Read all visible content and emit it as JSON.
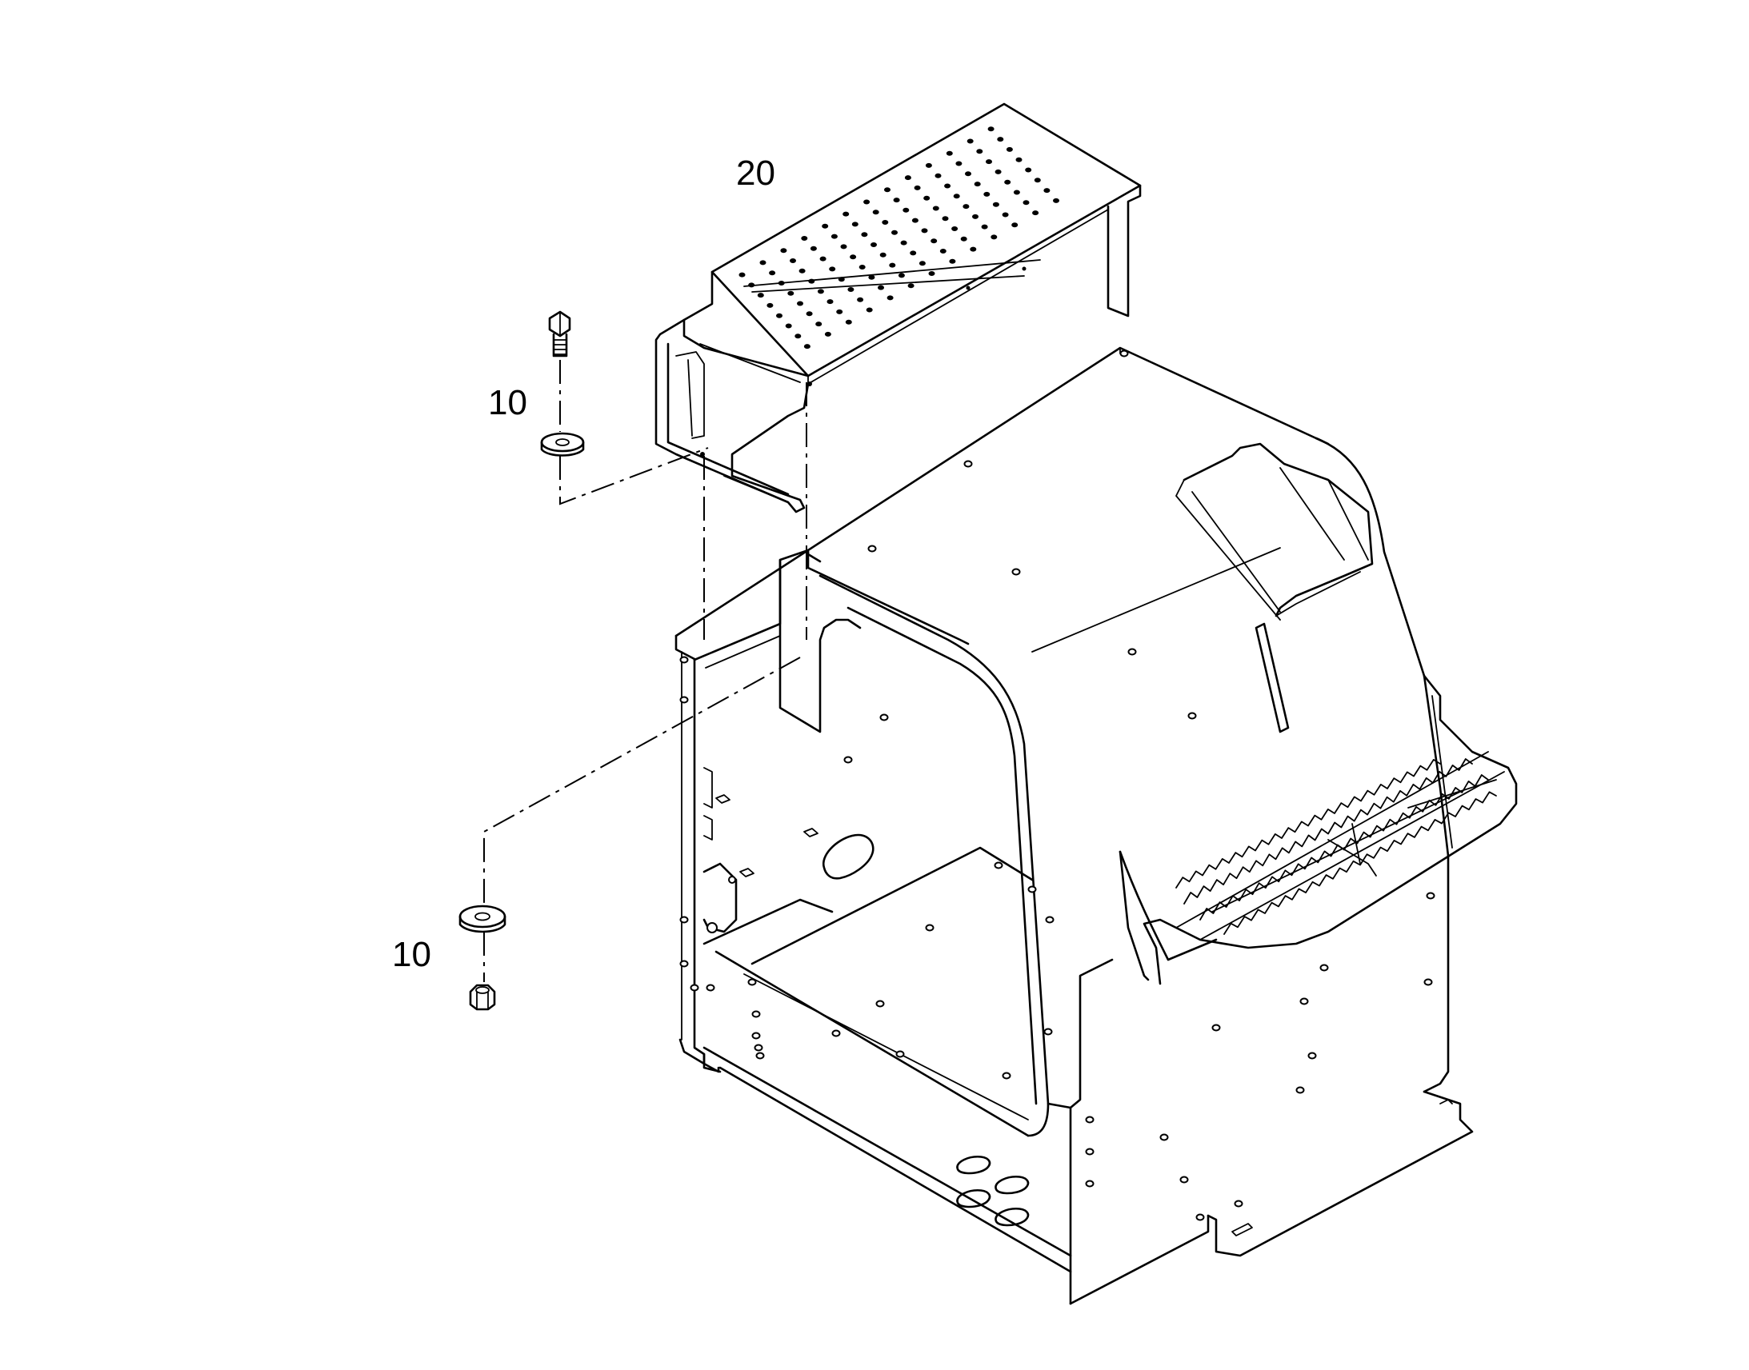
{
  "callouts": {
    "cover": "20",
    "upper_hardware": "10",
    "lower_hardware": "10"
  },
  "colors": {
    "line": "#000000",
    "background": "#ffffff"
  }
}
